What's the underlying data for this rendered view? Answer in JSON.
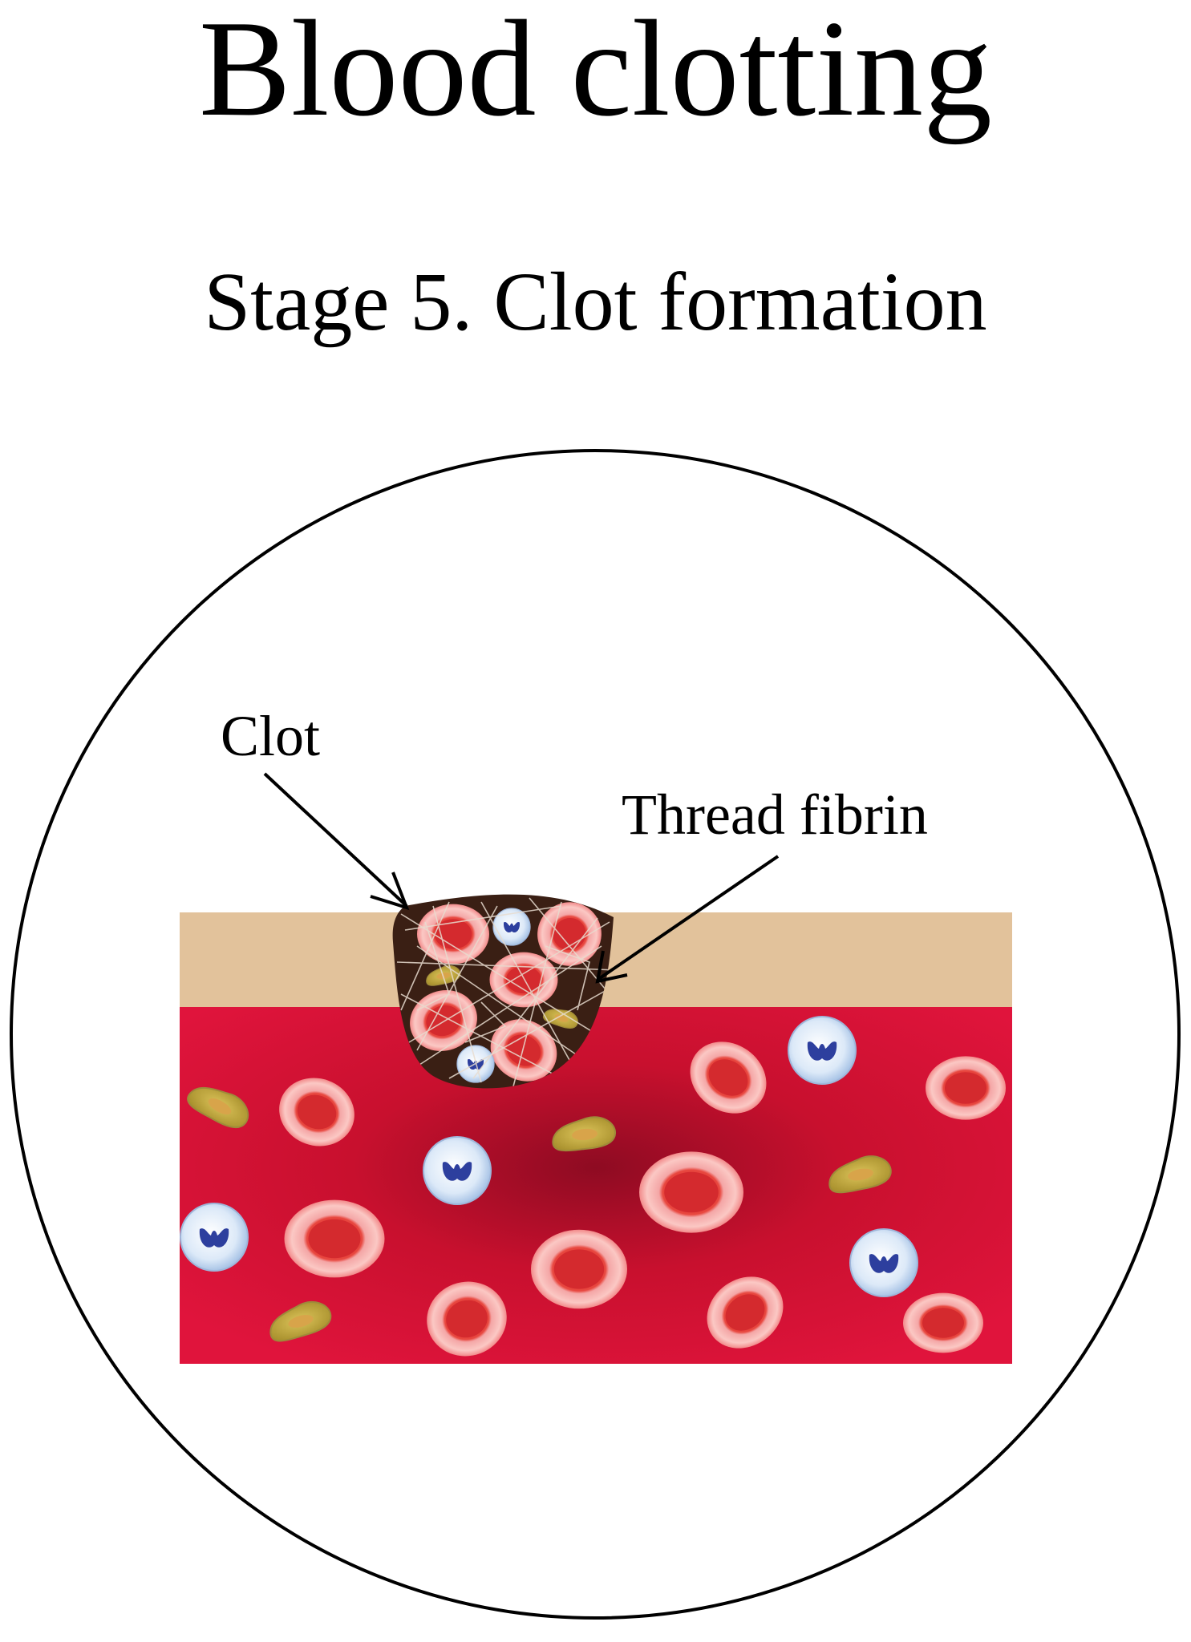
{
  "title": "Blood clotting",
  "subtitle": "Stage 5. Clot formation",
  "labels": {
    "clot": "Clot",
    "fibrin": "Thread fibrin"
  },
  "colors": {
    "tissue": "#E2C29B",
    "blood": "#C8102E",
    "blood_dark": "#8E0B22",
    "clot": "#3A1F14",
    "red_cell_rim": "#F49B9B",
    "red_cell_core": "#D7262E",
    "white_cell": "#DDEBFA",
    "white_cell_nucleus": "#2D3F9E",
    "platelet": "#C9B04A"
  }
}
